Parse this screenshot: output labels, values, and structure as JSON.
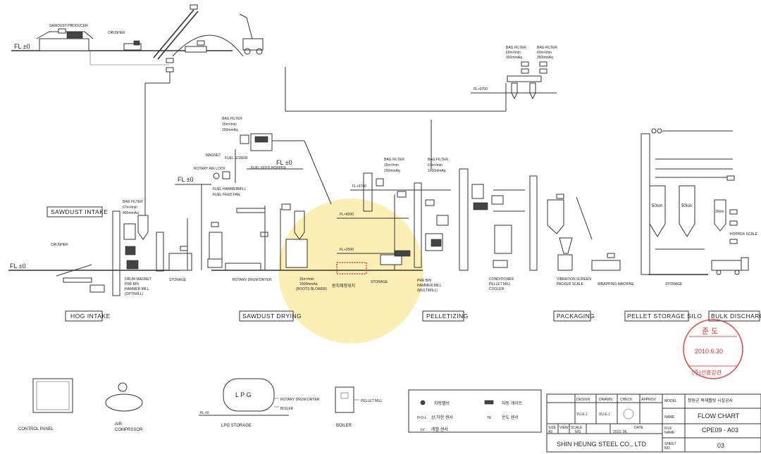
{
  "floor_levels": {
    "fl_left": "FL ±0",
    "fl_mid": "FL ±0",
    "fl_lower": "FL ±0",
    "fl_9700_top": "FL+9700",
    "fl_9700_pellet": "FL+9700",
    "fl_6000": "FL+6000",
    "fl_2500": "FL+2500",
    "fl_lpg": "FL ±0"
  },
  "equipment_labels": {
    "sawdust_producer": "SAWDUST PRODUCER",
    "crusher_top": "CRUSHER",
    "crusher_left": "CRUSHER",
    "bag_filter_1": "BAG FILTER",
    "bag_filter_1_spec1": "67m³/min",
    "bag_filter_1_spec2": "400mmAq",
    "bag_filter_2": "BAG FILTER",
    "bag_filter_2_spec1": "15m³/min",
    "bag_filter_2_spec2": "200mmAq",
    "bag_filter_3": "BAG FILTER",
    "bag_filter_3_spec1": "15m³/min",
    "bag_filter_3_spec2": "200mmAq",
    "bag_filter_4": "BAG FILTER",
    "bag_filter_4_spec1": "67m³/min",
    "bag_filter_4_spec2": "1000mmAq",
    "bag_filter_5": "BAG FILTER",
    "bag_filter_5_spec1": "60m³/min",
    "bag_filter_5_spec2": "300mmAq",
    "bag_filter_6": "BAG FILTER",
    "bag_filter_6_spec1": "60m³/min",
    "bag_filter_6_spec2": "350mmAq",
    "magnet": "MAGNET",
    "rotary_air_lock": "ROTARY AIR LOCK",
    "fuel_screw": "FUEL SCREW",
    "fuel_feed_hopper": "FUEL FEED HOPPER",
    "fuel_hammer_mill": "FUEL HAMMERMILL",
    "fuel_feed_fan": "FUEL FEED FAN",
    "storage_1": "STORAGE",
    "rotary_drum_dryer": "ROTARY DRUM DRYER",
    "roots_blower_1": "15m³/min",
    "roots_blower_2": "1000mmAq",
    "roots_blower_3": "(ROOTS BLOWER)",
    "korean_center": "원치제형위치",
    "storage_2": "STORAGE",
    "pre_bin_1": "PRE BIN",
    "pre_bin_2": "HAMMER MILL",
    "pre_bin_3": "(MULTIMILL)",
    "drum_magnet_1": "DRUM MAGNET",
    "drum_magnet_2": "PRE BIN",
    "drum_magnet_3": "HAMMER MILL",
    "drum_magnet_4": "(OPTIMILL)",
    "conditioner_1": "CONDITIONER",
    "conditioner_2": "PELLET MILL",
    "conditioner_3": "COOLER",
    "vibration_1": "VIBRATION SCREEN",
    "vibration_2": "PACKER SCALE",
    "wrapping": "WRAPPING MACHINE",
    "storage_3": "STORAGE",
    "silo_1": "50ton",
    "silo_2": "50ton",
    "silo_3": "30ton",
    "hopper_scale": "HOPPER SCALE"
  },
  "sections": {
    "sawdust_intake": "SAWDUST INTAKE",
    "hog_intake": "HOG INTAKE",
    "sawdust_drying": "SAWDUST DRYING",
    "pelletizing": "PELLETIZING",
    "packaging": "PACKAGING",
    "pellet_storage_silo": "PELLET STORAGE SILO",
    "bulk_discharge": "BULK DISCHARGE"
  },
  "utilities": {
    "control_panel": "CONTROL PANEL",
    "air_compressor_1": "AIR",
    "air_compressor_2": "COMPRSSOR",
    "lpg_tank_text": "L P G",
    "lpg_storage": "LPG STORAGE",
    "lpg_to_dryer": "ROTARY DRUM DRYER",
    "lpg_to_boiler": "BOILER",
    "boiler": "BOILER",
    "boiler_to_mill": "PELLET MILL"
  },
  "legend": {
    "item1": "자동밸브",
    "item2": "상,하한 센서",
    "item3": "레벨 센서",
    "item4": "자동 게이트",
    "item5": "온도 센서",
    "sym2": "H-O-L",
    "sym3": "LV",
    "sym5": "TE"
  },
  "title_block": {
    "h_design": "DESIGN",
    "h_drawn": "DRAWN",
    "h_check": "CHECK",
    "h_approv": "APPROV",
    "v_design": "YU.E.J",
    "v_drawn": "YU.E.J",
    "model_label": "MODEL",
    "model_value": "청원군 목재펠릿 시설공사",
    "name_label": "NAME",
    "name_value": "FLOW CHART",
    "file_label": "FILE",
    "file_label2": "NAME",
    "file_value": "CPE09 - A03",
    "sheet_label": "SHEET",
    "sheet_label2": "NO.",
    "sheet_value": "03",
    "size_label": "SIZE",
    "view_label": "VIEW",
    "scale_label": "SCALE",
    "date_label": "DATE",
    "size_value": "A3",
    "scale_value": "N/S",
    "date_value": "2010. 06.",
    "company": "SHIN HEUNG STEEL CO., LTD"
  },
  "stamp": {
    "line1": "준 도",
    "date": "2010.6.30",
    "line3": "(주)신흥강관"
  },
  "colors": {
    "highlight": "#f7e27a",
    "stamp_red": "#e03030",
    "focus_box": "#e02020"
  }
}
